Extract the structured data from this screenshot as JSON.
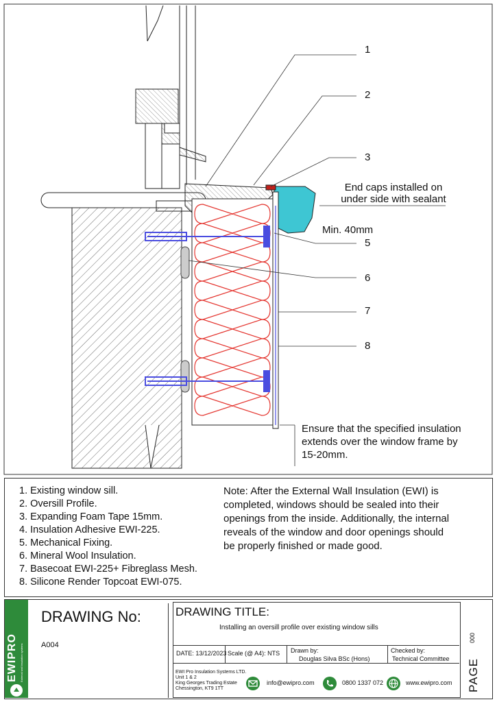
{
  "watermark": {
    "brand": "EWIPRO",
    "tagline": "External wall insulation system"
  },
  "callouts": [
    {
      "number": "1"
    },
    {
      "number": "2"
    },
    {
      "number": "3"
    },
    {
      "number": "5"
    },
    {
      "number": "6"
    },
    {
      "number": "7"
    },
    {
      "number": "8"
    }
  ],
  "annotations": {
    "end_caps_line1": "End caps installed on",
    "end_caps_line2": "under side with sealant",
    "min_depth": "Min. 40mm",
    "ensure_line1": "Ensure that the specified insulation",
    "ensure_line2": "extends over the window frame by",
    "ensure_line3": "15-20mm."
  },
  "legend": [
    "1. Existing window sill.",
    "2. Oversill Profile.",
    "3. Expanding Foam Tape 15mm.",
    "4. Insulation Adhesive EWI-225.",
    "5. Mechanical Fixing.",
    "6. Mineral Wool Insulation.",
    "7. Basecoat EWI-225+ Fibreglass Mesh.",
    "8. Silicone Render Topcoat EWI-075."
  ],
  "note_lines": [
    "Note: After the External Wall Insulation (EWI) is",
    "completed, windows should be sealed into their",
    "openings from the inside. Additionally, the internal",
    "reveals of the window and door openings should",
    "be properly finished or made good."
  ],
  "title_block": {
    "logo_text": "EWIPRO",
    "logo_tagline": "External wall insulation systems",
    "drawing_no_label": "DRAWING No:",
    "drawing_no": "A004",
    "drawing_title_label": "DRAWING TITLE:",
    "drawing_title": "Installing an oversill profile over existing window sills",
    "date": "DATE: 13/12/2023",
    "scale": "Scale (@ A4): NTS",
    "drawn_by_label": "Drawn by:",
    "drawn_by": "Douglas Silva BSc (Hons)",
    "checked_by_label": "Checked by:",
    "checked_by": "Technical Committee",
    "address": [
      "EWI Pro Insulation Systems LTD.",
      "Unit 1 & 2",
      "King Georges Trading Estate",
      "Chessington, KT9 1TT"
    ],
    "email": "info@ewipro.com",
    "phone": "0800 1337 072",
    "website": "www.ewipro.com",
    "page_label": "PAGE",
    "page_number": "000"
  },
  "colors": {
    "insulation": "#e4342e",
    "profile_fill": "#3ec6d3",
    "fixing": "#4a4de0",
    "logo_green": "#2e8b3a",
    "foam_tape": "#c0211b"
  }
}
